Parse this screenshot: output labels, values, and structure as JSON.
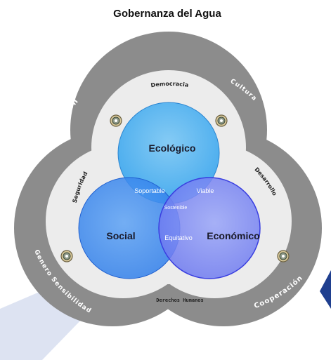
{
  "title": "Gobernanza del Agua",
  "outer_ring": {
    "labels": {
      "educacion": "Educación",
      "cultura": "Cultura",
      "genero": "Genero Sensibilidad",
      "cooperacion": "Cooperación"
    }
  },
  "inner_ring": {
    "labels": {
      "democracia": "Democracia",
      "seguridad": "Seguridad",
      "desarrollo": "Desarrollo",
      "derechos": "Derechos Humanos"
    }
  },
  "circles": {
    "ecologico": "Ecológico",
    "social": "Social",
    "economico": "Económico"
  },
  "overlaps": {
    "soportable": "Soportable",
    "viable": "Viable",
    "equitativo": "Equitativo",
    "sostenible": "Sostenible"
  },
  "icons": [
    "seal-icon",
    "seal-icon",
    "seal-icon",
    "seal-icon"
  ],
  "colors": {
    "outer_ring": "#8c8c8c",
    "inner_ring": "#ececec",
    "ecologico": "#4fb3f0",
    "social": "#3f8cf0",
    "economico": "#6f7ff2",
    "background_shape": "#dde3f2",
    "accent": "#1f3f8f"
  }
}
